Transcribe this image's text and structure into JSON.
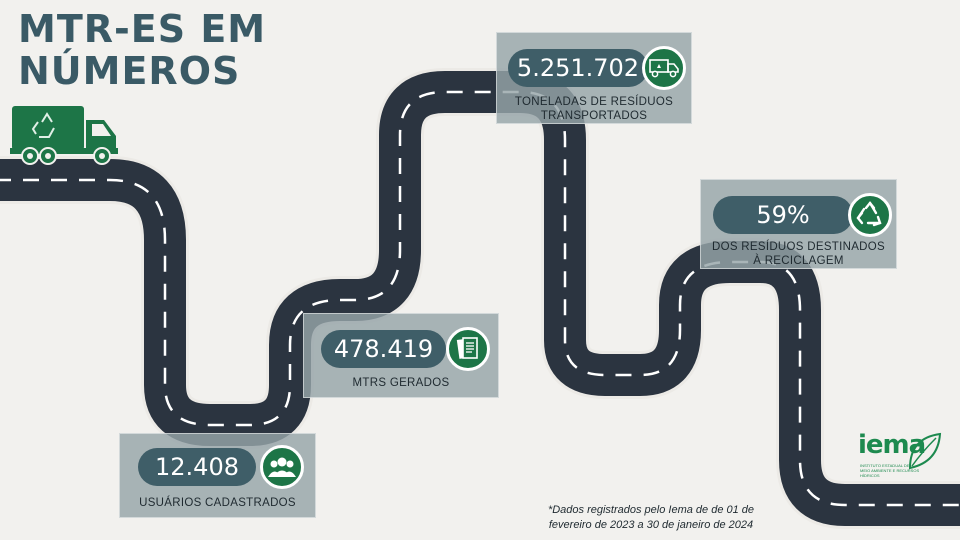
{
  "title": {
    "line1": "MTR-ES EM",
    "line2": "NÚMEROS"
  },
  "stats": {
    "users": {
      "value": "12.408",
      "label": "USUÁRIOS CADASTRADOS",
      "icon": "users-icon"
    },
    "mtrs": {
      "value": "478.419",
      "label": "MTRS GERADOS",
      "icon": "documents-icon"
    },
    "tons": {
      "value": "5.251.702",
      "label_line1": "TONELADAS DE RESÍDUOS",
      "label_line2": "TRANSPORTADOS",
      "icon": "garbage-truck-icon"
    },
    "recycle": {
      "value": "59%",
      "label_line1": "DOS RESÍDUOS DESTINADOS",
      "label_line2": "À RECICLAGEM",
      "icon": "recycle-icon"
    }
  },
  "footnote": {
    "line1": "*Dados registrados pelo Iema de de 01 de",
    "line2": "fevereiro de 2023 a 30 de janeiro de 2024"
  },
  "logo": {
    "text": "iema",
    "subtitle_line1": "INSTITUTO ESTADUAL DE",
    "subtitle_line2": "MEIO AMBIENTE E RECURSOS HÍDRICOS"
  },
  "colors": {
    "background": "#f2f1ee",
    "road": "#2b3440",
    "accent_green": "#1d7547",
    "pill": "#3f5e68",
    "title": "#3a5a66"
  }
}
